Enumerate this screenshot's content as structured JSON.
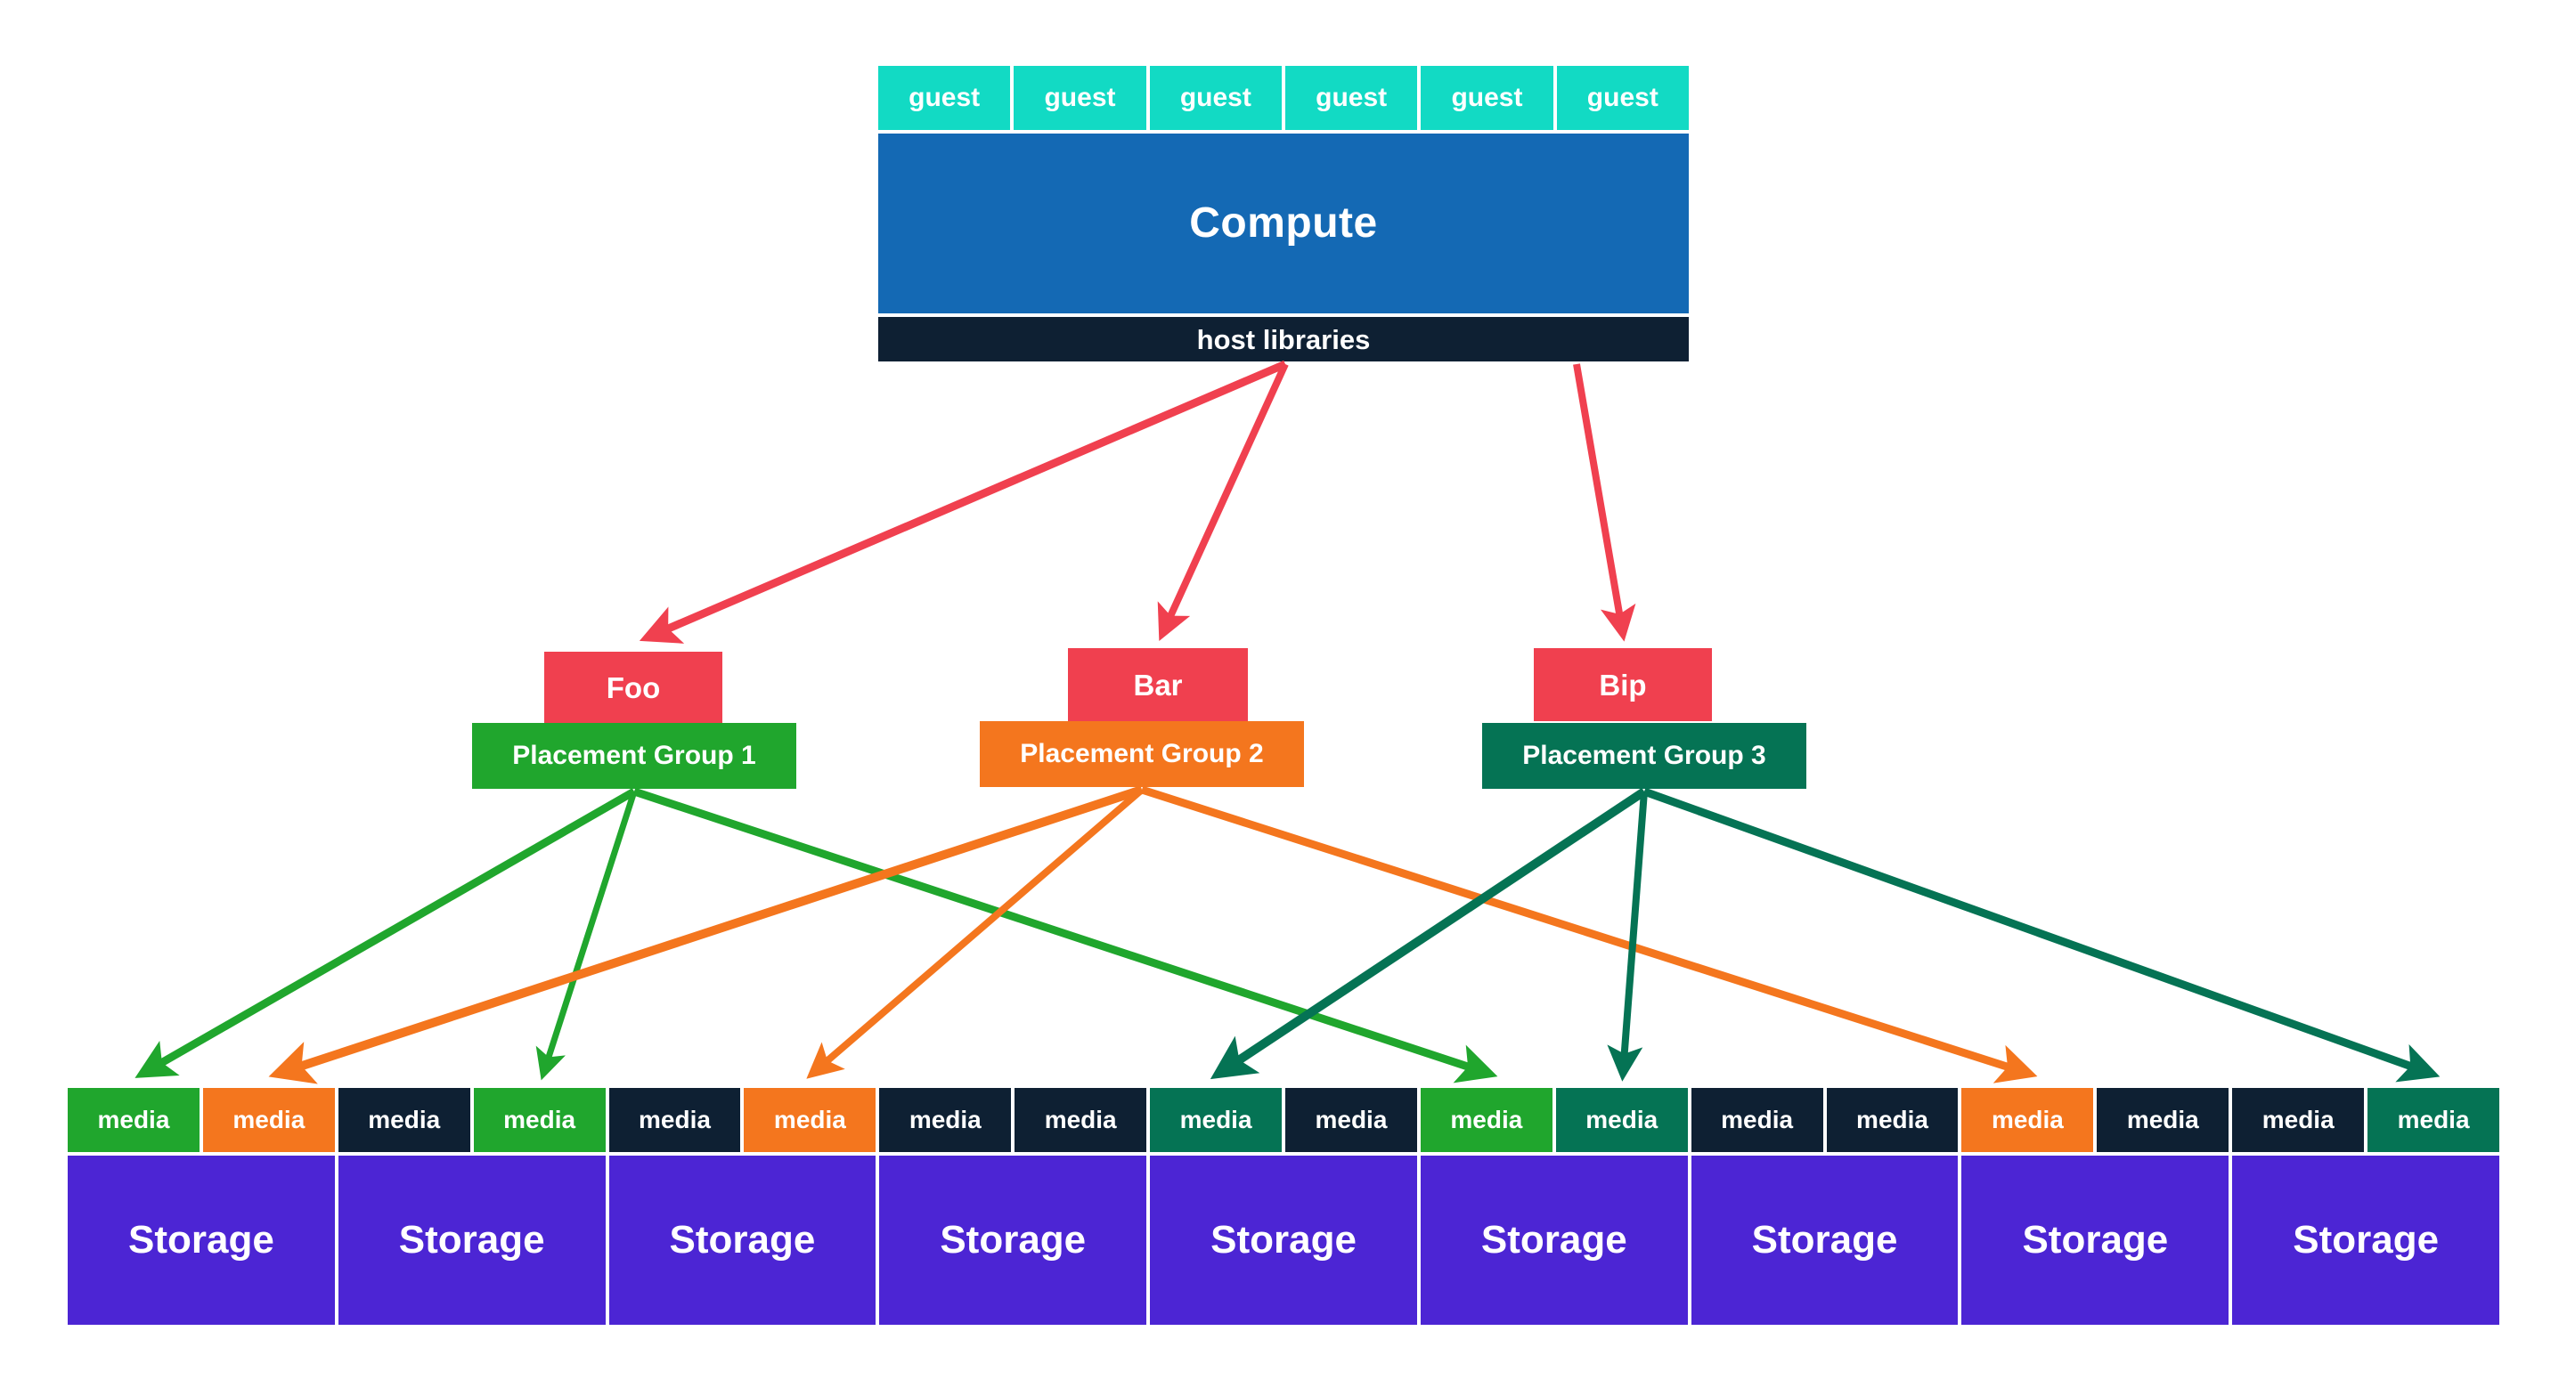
{
  "top_stack": {
    "guests": [
      {
        "label": "guest"
      },
      {
        "label": "guest"
      },
      {
        "label": "guest"
      },
      {
        "label": "guest"
      },
      {
        "label": "guest"
      },
      {
        "label": "guest"
      }
    ],
    "compute_label": "Compute",
    "host_libraries_label": "host libraries",
    "guest_color": "#12dac4",
    "compute_color": "#1469b4",
    "host_libraries_color": "#0e2033"
  },
  "applications": [
    {
      "name": "Foo",
      "color": "#f0404f"
    },
    {
      "name": "Bar",
      "color": "#f0404f"
    },
    {
      "name": "Bip",
      "color": "#f0404f"
    }
  ],
  "placement_groups": [
    {
      "label": "Placement Group 1",
      "color": "#20a62d"
    },
    {
      "label": "Placement Group 2",
      "color": "#f4761e"
    },
    {
      "label": "Placement Group 3",
      "color": "#057354"
    }
  ],
  "media_cells": [
    {
      "label": "media",
      "group": "green"
    },
    {
      "label": "media",
      "group": "orange"
    },
    {
      "label": "media",
      "group": "dark"
    },
    {
      "label": "media",
      "group": "green"
    },
    {
      "label": "media",
      "group": "dark"
    },
    {
      "label": "media",
      "group": "orange"
    },
    {
      "label": "media",
      "group": "dark"
    },
    {
      "label": "media",
      "group": "dark"
    },
    {
      "label": "media",
      "group": "teal"
    },
    {
      "label": "media",
      "group": "dark"
    },
    {
      "label": "media",
      "group": "green"
    },
    {
      "label": "media",
      "group": "teal"
    },
    {
      "label": "media",
      "group": "dark"
    },
    {
      "label": "media",
      "group": "dark"
    },
    {
      "label": "media",
      "group": "orange"
    },
    {
      "label": "media",
      "group": "dark"
    },
    {
      "label": "media",
      "group": "dark"
    },
    {
      "label": "media",
      "group": "teal"
    }
  ],
  "storage_cells": [
    {
      "label": "Storage"
    },
    {
      "label": "Storage"
    },
    {
      "label": "Storage"
    },
    {
      "label": "Storage"
    },
    {
      "label": "Storage"
    },
    {
      "label": "Storage"
    },
    {
      "label": "Storage"
    },
    {
      "label": "Storage"
    },
    {
      "label": "Storage"
    }
  ],
  "colors": {
    "guest": "#12dac4",
    "compute": "#1469b4",
    "host_libraries": "#0e2033",
    "application": "#f0404f",
    "group1": "#20a62d",
    "group2": "#f4761e",
    "group3": "#057354",
    "media_unused": "#0e2033",
    "storage": "#4c25d4",
    "arrow_red": "#f0404f",
    "background": "#ffffff"
  },
  "connections": {
    "host_to_apps": [
      {
        "from": "host libraries",
        "to": "Foo",
        "color": "#f0404f"
      },
      {
        "from": "host libraries",
        "to": "Bar",
        "color": "#f0404f"
      },
      {
        "from": "host libraries",
        "to": "Bip",
        "color": "#f0404f"
      }
    ],
    "group_to_media": [
      {
        "from": "Placement Group 1",
        "to_media_index": 1,
        "color": "#20a62d"
      },
      {
        "from": "Placement Group 1",
        "to_media_index": 4,
        "color": "#20a62d"
      },
      {
        "from": "Placement Group 1",
        "to_media_index": 11,
        "color": "#20a62d"
      },
      {
        "from": "Placement Group 2",
        "to_media_index": 2,
        "color": "#f4761e"
      },
      {
        "from": "Placement Group 2",
        "to_media_index": 6,
        "color": "#f4761e"
      },
      {
        "from": "Placement Group 2",
        "to_media_index": 15,
        "color": "#f4761e"
      },
      {
        "from": "Placement Group 3",
        "to_media_index": 9,
        "color": "#057354"
      },
      {
        "from": "Placement Group 3",
        "to_media_index": 12,
        "color": "#057354"
      },
      {
        "from": "Placement Group 3",
        "to_media_index": 18,
        "color": "#057354"
      }
    ]
  }
}
